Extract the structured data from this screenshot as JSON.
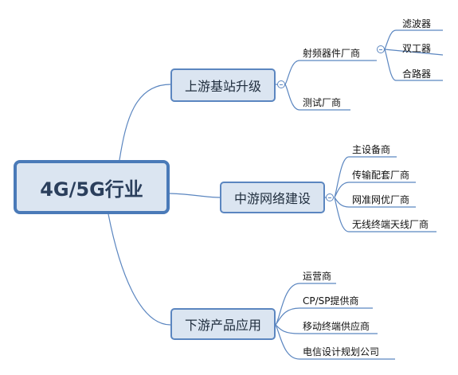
{
  "root": "4G/5G行业",
  "branches": [
    {
      "label": "上游基站升级",
      "children": [
        "射频器件厂商",
        "测试厂商"
      ]
    },
    {
      "label": "中游网络建设",
      "children": [
        "主设备商",
        "传输配套厂商",
        "网准网优厂商",
        "无线终端天线厂商"
      ]
    },
    {
      "label": "下游产品应用",
      "children": [
        "运营商",
        "CP/SP提供商",
        "移动终端供应商",
        "电信设计规划公司"
      ]
    }
  ],
  "subbranch": {
    "parent": "射频器件厂商",
    "children": [
      "滤波器",
      "双工器",
      "合路器"
    ]
  },
  "colors": {
    "line": "#5b86c0",
    "fill": "#dbe5f1",
    "root_border": "#4a7ab8"
  }
}
